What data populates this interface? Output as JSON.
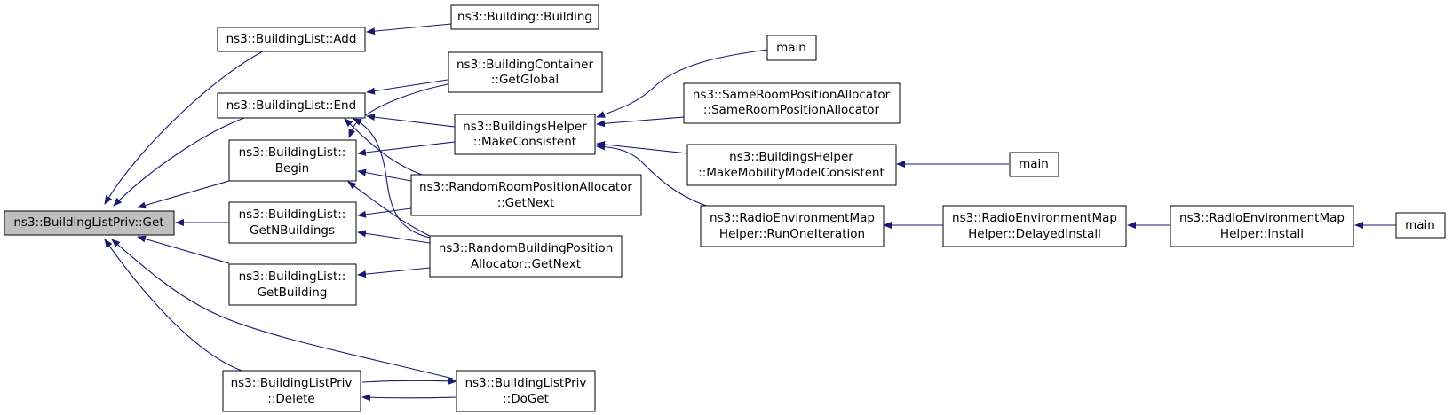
{
  "diagram": {
    "edge_color": "#191970",
    "root_fill": "#bfbfbf",
    "nodes": {
      "get": [
        "ns3::BuildingListPriv::Get"
      ],
      "add": [
        "ns3::BuildingList::Add"
      ],
      "end": [
        "ns3::BuildingList::End"
      ],
      "begin": [
        "ns3::BuildingList::",
        "Begin"
      ],
      "getn": [
        "ns3::BuildingList::",
        "GetNBuildings"
      ],
      "getb": [
        "ns3::BuildingList::",
        "GetBuilding"
      ],
      "del": [
        "ns3::BuildingListPriv",
        "::Delete"
      ],
      "building": [
        "ns3::Building::Building"
      ],
      "bcont": [
        "ns3::BuildingContainer",
        "::GetGlobal"
      ],
      "bhmc": [
        "ns3::BuildingsHelper",
        "::MakeConsistent"
      ],
      "rrpa": [
        "ns3::RandomRoomPositionAllocator",
        "::GetNext"
      ],
      "rbpa": [
        "ns3::RandomBuildingPosition",
        "Allocator::GetNext"
      ],
      "doget": [
        "ns3::BuildingListPriv",
        "::DoGet"
      ],
      "main1": [
        "main"
      ],
      "srpa": [
        "ns3::SameRoomPositionAllocator",
        "::SameRoomPositionAllocator"
      ],
      "bhmmmc": [
        "ns3::BuildingsHelper",
        "::MakeMobilityModelConsistent"
      ],
      "remroi": [
        "ns3::RadioEnvironmentMap",
        "Helper::RunOneIteration"
      ],
      "main2": [
        "main"
      ],
      "remdi": [
        "ns3::RadioEnvironmentMap",
        "Helper::DelayedInstall"
      ],
      "remi": [
        "ns3::RadioEnvironmentMap",
        "Helper::Install"
      ],
      "main3": [
        "main"
      ]
    },
    "edges": [
      [
        "add",
        "get"
      ],
      [
        "end",
        "get"
      ],
      [
        "begin",
        "get"
      ],
      [
        "getn",
        "get"
      ],
      [
        "getb",
        "get"
      ],
      [
        "del",
        "get"
      ],
      [
        "doget",
        "get"
      ],
      [
        "building",
        "add"
      ],
      [
        "bcont",
        "end"
      ],
      [
        "bhmc",
        "end"
      ],
      [
        "rrpa",
        "end"
      ],
      [
        "rbpa",
        "end"
      ],
      [
        "bhmc",
        "begin"
      ],
      [
        "rrpa",
        "begin"
      ],
      [
        "rbpa",
        "begin"
      ],
      [
        "rrpa",
        "getn"
      ],
      [
        "rbpa",
        "getn"
      ],
      [
        "rbpa",
        "getb"
      ],
      [
        "doget",
        "del"
      ],
      [
        "del",
        "doget"
      ],
      [
        "main1",
        "bhmc"
      ],
      [
        "srpa",
        "bhmc"
      ],
      [
        "bhmmmc",
        "bhmc"
      ],
      [
        "remroi",
        "bhmc"
      ],
      [
        "main2",
        "bhmmmc"
      ],
      [
        "remdi",
        "remroi"
      ],
      [
        "remi",
        "remdi"
      ],
      [
        "main3",
        "remi"
      ]
    ]
  }
}
